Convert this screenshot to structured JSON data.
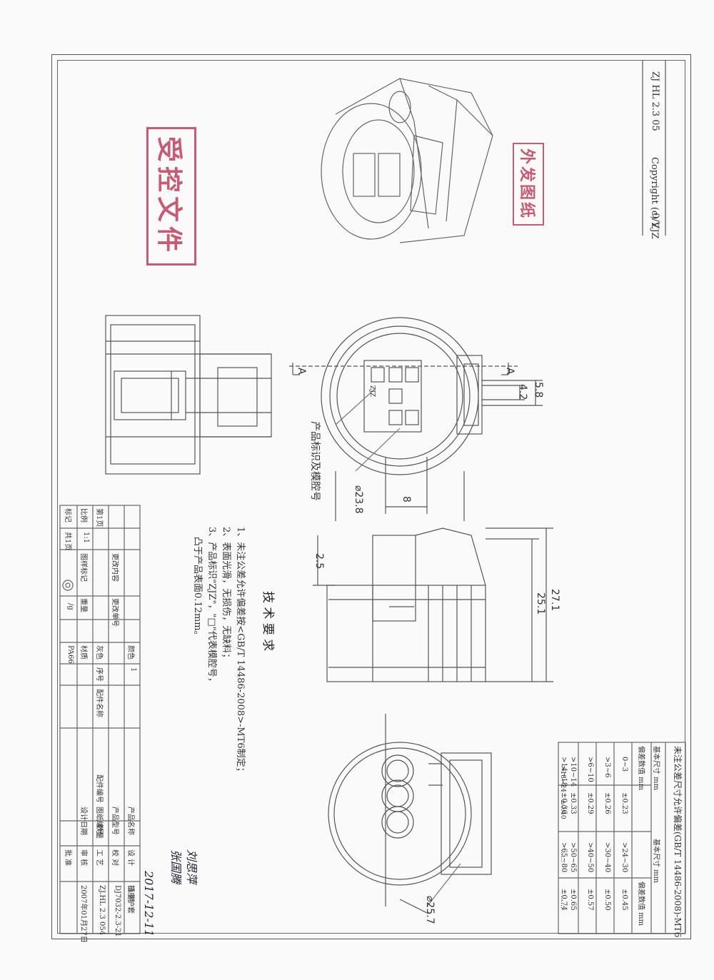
{
  "header": {
    "copyright": "Copyright  (c)  ZJZ",
    "code": "ZJ HL 2.3 05",
    "scale_ratio": "0/V"
  },
  "stamps": {
    "left": "受控文件",
    "right": "外发图纸"
  },
  "dimensions": {
    "d58": "5.8",
    "d42": "4.2",
    "d8": "8",
    "d238": "⌀23.8",
    "d25": "2.5",
    "d271": "27.1",
    "d251": "25.1",
    "d257": "⌀25.7",
    "section_a": "A"
  },
  "labels": {
    "product_mark": "产品标识及模腔号",
    "zjz_mark": "ZJZ"
  },
  "tech_requirements": {
    "title": "技 术 要 求",
    "items": [
      "1、未注公差允许偏差按<GB/T 14486-2008>-MT6制定；",
      "2、表面光滑，无损伤，无缺料；",
      "3、产品标识\"ZJZ\"，\"□\"代表模腔号，",
      "凸于产品表面0.12mm。"
    ]
  },
  "tolerance_table": {
    "title": "未注公差尺寸允许偏差(GB/T 14486-2008)-MT6",
    "headers": [
      "基本尺寸 mm",
      "偏差数值 mm",
      "基本尺寸 mm",
      "偏差数值 mm"
    ],
    "rows": [
      [
        "0~3",
        "±0.23",
        ">24~30",
        "±0.45"
      ],
      [
        ">3~6",
        "±0.26",
        ">30~40",
        "±0.50"
      ],
      [
        ">6~10",
        "±0.29",
        ">40~50",
        "±0.57"
      ],
      [
        ">10~14",
        "±0.33",
        ">50~65",
        "±0.65"
      ],
      [
        ">14~18",
        "±0.36",
        ">65~80",
        "±0.74"
      ],
      [
        ">18~24",
        "±0.40",
        "……",
        "……"
      ]
    ]
  },
  "title_block": {
    "col_mark": [
      "标记",
      "比例",
      "第1页"
    ],
    "col_mark_vals": [
      "",
      "1:1",
      "共1页"
    ],
    "change_content": "更改内容",
    "drawing_mark": "图样标记",
    "change_no": "更改单号",
    "weight": "重量",
    "weight_val": "/g",
    "color": "颜色",
    "color_val": "灰色",
    "material": "材质",
    "material_val": "PA66",
    "seq": "序号",
    "seq_val": "1",
    "part_name": "配件名称",
    "part_no": "配件编号",
    "qty": "数量",
    "roles": [
      "设 计",
      "校 对",
      "工 艺",
      "审 核",
      "批 准",
      "日 期"
    ],
    "signatures": [
      "刘思萍",
      "张国腾",
      "",
      "",
      "",
      "2017-12-11"
    ],
    "info_labels": [
      "产品名称",
      "产品型号",
      "图纸编号",
      "设计日期"
    ],
    "info_values": [
      "插座护套",
      "DJ7032-2.3-21",
      "ZJ.HL 2.3 054",
      "2007年01月27日"
    ]
  }
}
